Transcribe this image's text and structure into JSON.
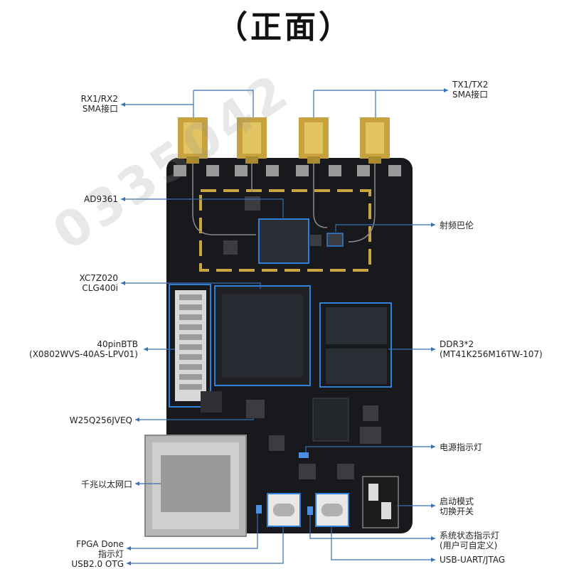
{
  "title": "（正面）",
  "watermark": "0335042",
  "colors": {
    "pcb": "#17191c",
    "leader": "#3a6fb0",
    "chipBorder": "#2f7fd8",
    "copper": "#c9a542"
  },
  "labels": {
    "rx_sma": [
      "RX1/RX2",
      "SMA接口"
    ],
    "tx_sma": [
      "TX1/TX2",
      "SMA接口"
    ],
    "ad9361": [
      "AD9361"
    ],
    "balun": [
      "射频巴伦"
    ],
    "xc7z020": [
      "XC7Z020",
      "CLG400i"
    ],
    "btb": [
      "40pinBTB",
      "(X0802WVS-40AS-LPV01)"
    ],
    "ddr3": [
      "DDR3*2",
      "(MT41K256M16TW-107)"
    ],
    "flash": [
      "W25Q256JVEQ"
    ],
    "power_led": [
      "电源指示灯"
    ],
    "ethernet": [
      "千兆以太网口"
    ],
    "boot_switch": [
      "启动模式",
      "切换开关"
    ],
    "fpga_done": [
      "FPGA Done",
      "指示灯"
    ],
    "status_led": [
      "系统状态指示灯",
      "(用户可自定义)"
    ],
    "usb_otg": [
      "USB2.0 OTG"
    ],
    "usb_uart": [
      "USB-UART/JTAG"
    ]
  }
}
